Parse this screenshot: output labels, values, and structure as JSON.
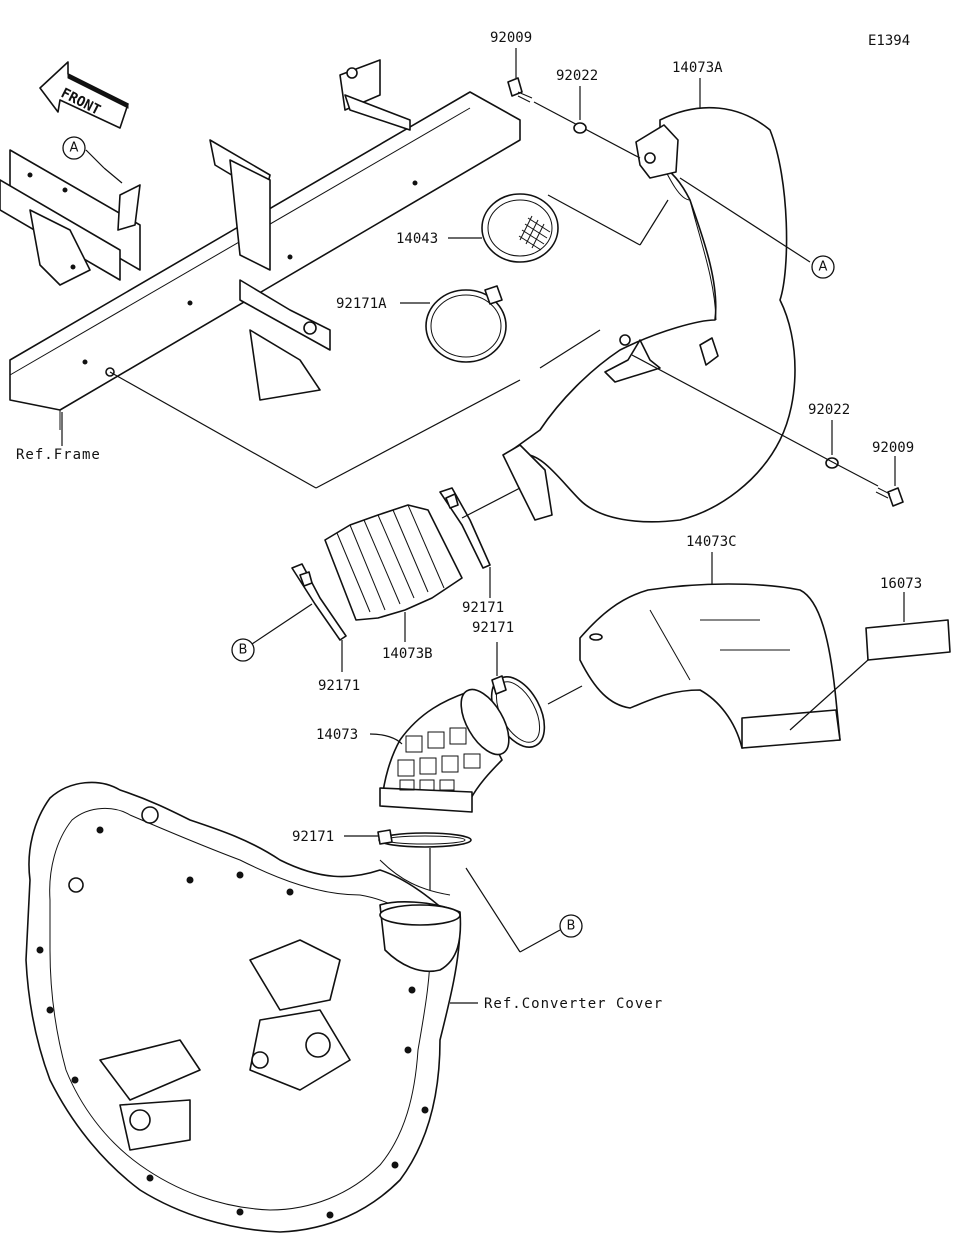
{
  "diagram_id": "E1394",
  "front_arrow_text": "FRONT",
  "callouts": {
    "a": "A",
    "b": "B"
  },
  "refs": {
    "frame": "Ref.Frame",
    "converter_cover": "Ref.Converter Cover"
  },
  "parts": {
    "p92009_top": "92009",
    "p92022_top": "92022",
    "p14073A": "14073A",
    "p14043": "14043",
    "p92171A": "92171A",
    "p92022_right": "92022",
    "p92009_right": "92009",
    "p14073C": "14073C",
    "p16073": "16073",
    "p92171_upper": "92171",
    "p92171_mid": "92171",
    "p14073B": "14073B",
    "p92171_left": "92171",
    "p14073": "14073",
    "p92171_bottom": "92171"
  }
}
